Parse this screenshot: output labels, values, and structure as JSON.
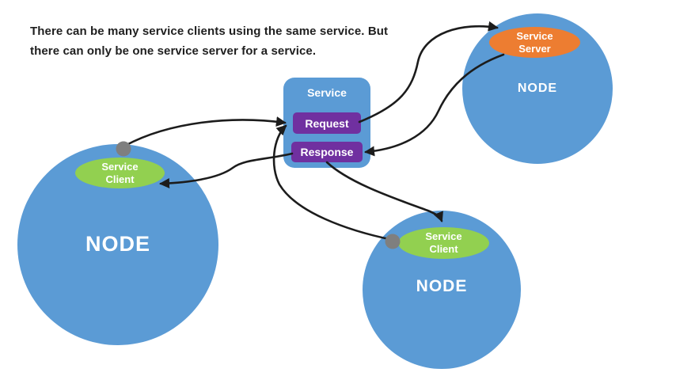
{
  "caption": {
    "line1": "There can be many service clients using the same service. But",
    "line2": "there can only be one service server for a service."
  },
  "service_box": {
    "title": "Service",
    "request_label": "Request",
    "response_label": "Response"
  },
  "nodes": {
    "left": {
      "label": "NODE",
      "ellipse": {
        "line1": "Service",
        "line2": "Client"
      }
    },
    "top_right": {
      "label": "NODE",
      "ellipse": {
        "line1": "Service",
        "line2": "Server"
      }
    },
    "bottom": {
      "label": "NODE",
      "ellipse": {
        "line1": "Service",
        "line2": "Client"
      }
    }
  },
  "colors": {
    "bg": "#ffffff",
    "node_fill": "#5b9bd5",
    "client_fill": "#92d050",
    "server_fill": "#ed7d31",
    "service_fill": "#5b9bd5",
    "message_fill": "#7030a0",
    "connector_dot": "#7f7f7f",
    "arrow": "#1c1c1c",
    "label_text": "#ffffff",
    "caption_text": "#1f1f1f"
  }
}
